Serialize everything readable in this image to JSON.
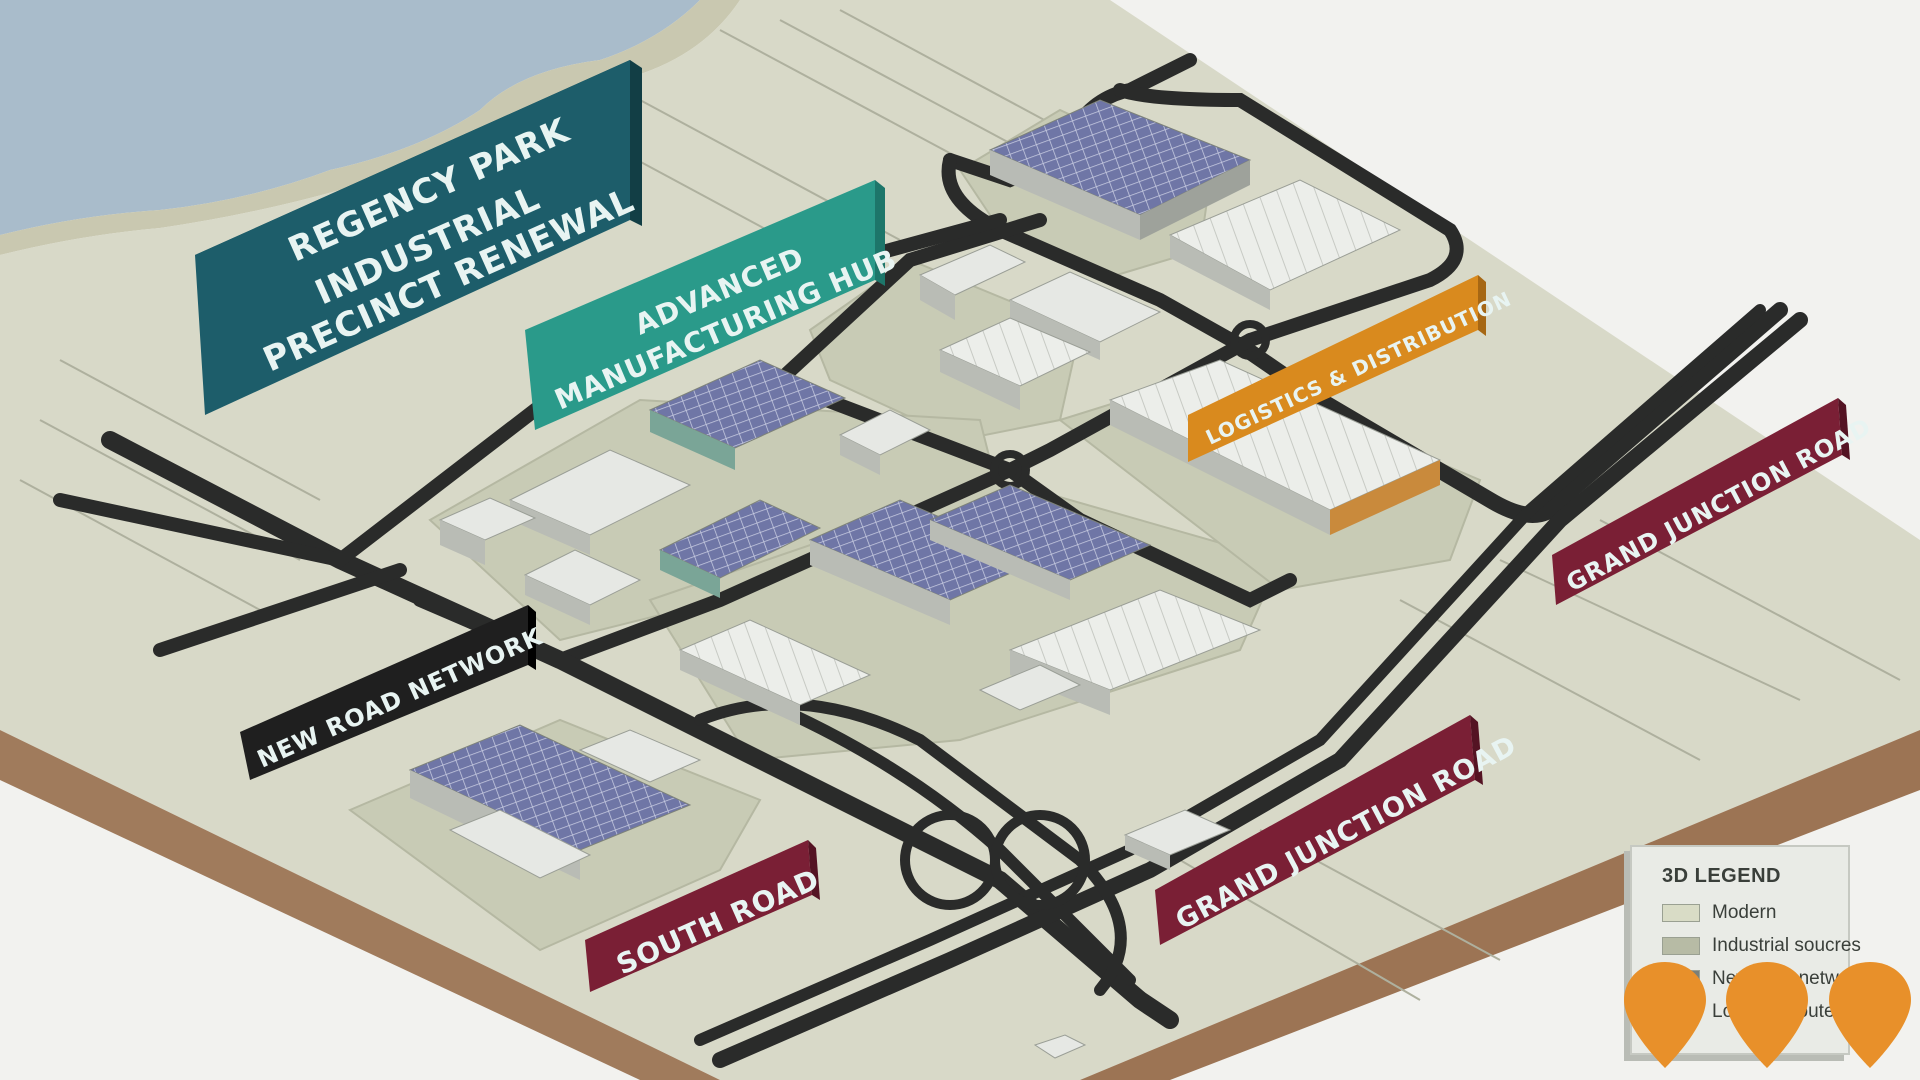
{
  "labels": {
    "title_line1": "REGENCY PARK",
    "title_line2": "INDUSTRIAL",
    "title_line3": "PRECINCT RENEWAL",
    "amh_line1": "ADVANCED",
    "amh_line2": "MANUFACTURING HUB",
    "logistics": "LOGISTICS & DISTRIBUTION",
    "new_road": "NEW ROAD NETWORK",
    "south_road": "SOUTH ROAD",
    "gjr_right": "GRAND JUNCTION ROAD",
    "gjr_bottom": "GRAND JUNCTION ROAD"
  },
  "legend": {
    "title": "3D LEGEND",
    "items": [
      {
        "label": "Modern",
        "color": "#d9dcc6"
      },
      {
        "label": "Industrial soucres",
        "color": "#b7bba5"
      },
      {
        "label": "New road network",
        "color": "#7a7f77"
      },
      {
        "label": "Logistics routes",
        "color": "#c7c9bc"
      }
    ]
  },
  "colors": {
    "water": "#a9bccb",
    "land": "#d8d9c8",
    "road": "#2a2b2a",
    "title_sign": "#1d5d6a",
    "amh_sign": "#2a9a8a",
    "logistics_sign": "#d98a1e",
    "road_sign": "#7a1f35",
    "new_road_sign": "#1f1f1f",
    "pin": "#e8902a"
  },
  "icons": [
    "map-pin-icon",
    "map-pin-icon",
    "map-pin-icon"
  ]
}
